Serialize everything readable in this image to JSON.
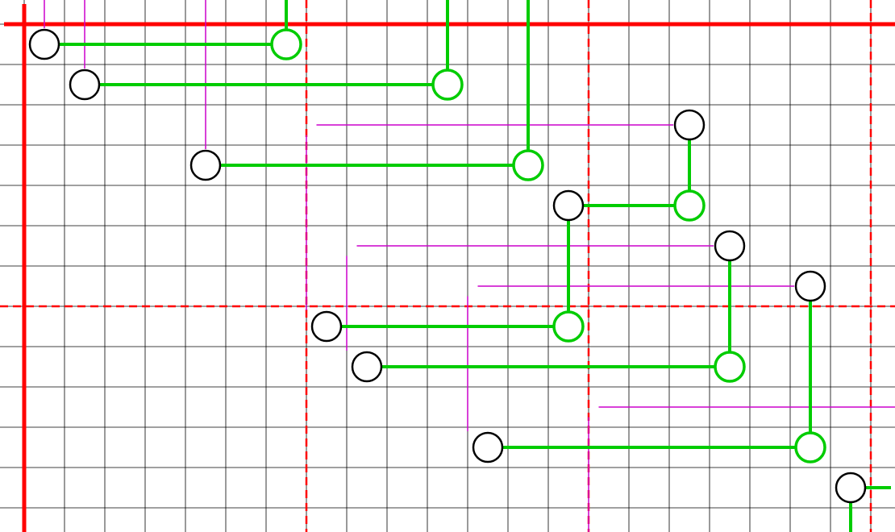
{
  "colors": {
    "background": "#ffffff",
    "grid": "#000000",
    "axis": "#ff0000",
    "partition": "#ff0000",
    "green_path": "#00cc00",
    "magenta_line": "#cc00cc",
    "node_outline": "#000000"
  },
  "grid": {
    "columns": 22,
    "rows": 13,
    "partition_columns": [
      7,
      14,
      21
    ],
    "partition_rows": [
      7
    ]
  },
  "black_nodes": [
    {
      "col": 0.5,
      "row": 0.5
    },
    {
      "col": 1.5,
      "row": 1.5
    },
    {
      "col": 4.5,
      "row": 3.5
    },
    {
      "col": 16.5,
      "row": 2.5
    },
    {
      "col": 13.5,
      "row": 4.5
    },
    {
      "col": 17.5,
      "row": 5.5
    },
    {
      "col": 19.5,
      "row": 6.5
    },
    {
      "col": 7.5,
      "row": 7.5
    },
    {
      "col": 8.5,
      "row": 8.5
    },
    {
      "col": 11.5,
      "row": 10.5
    },
    {
      "col": 20.5,
      "row": 11.5
    }
  ],
  "green_nodes": [
    {
      "col": 6.5,
      "row": 0.5
    },
    {
      "col": 10.5,
      "row": 1.5
    },
    {
      "col": 12.5,
      "row": 3.5
    },
    {
      "col": 16.5,
      "row": 4.5
    },
    {
      "col": 13.5,
      "row": 7.5
    },
    {
      "col": 17.5,
      "row": 8.5
    },
    {
      "col": 19.5,
      "row": 10.5
    }
  ],
  "green_paths": [
    [
      [
        0.5,
        0.5
      ],
      [
        6.5,
        0.5
      ],
      [
        6.5,
        -0.6
      ]
    ],
    [
      [
        1.5,
        1.5
      ],
      [
        10.5,
        1.5
      ],
      [
        10.5,
        -0.6
      ]
    ],
    [
      [
        4.5,
        3.5
      ],
      [
        12.5,
        3.5
      ],
      [
        12.5,
        -0.6
      ]
    ],
    [
      [
        16.5,
        2.5
      ],
      [
        16.5,
        4.5
      ],
      [
        13.5,
        4.5
      ]
    ],
    [
      [
        13.5,
        4.5
      ],
      [
        13.5,
        7.5
      ],
      [
        7.5,
        7.5
      ]
    ],
    [
      [
        17.5,
        5.5
      ],
      [
        17.5,
        8.5
      ],
      [
        8.5,
        8.5
      ]
    ],
    [
      [
        19.5,
        6.5
      ],
      [
        19.5,
        10.5
      ],
      [
        11.5,
        10.5
      ]
    ],
    [
      [
        20.5,
        11.5
      ],
      [
        21.5,
        11.5
      ]
    ],
    [
      [
        20.5,
        11.5
      ],
      [
        20.5,
        12.6
      ]
    ]
  ],
  "magenta_lines": [
    [
      [
        0.5,
        -0.6
      ],
      [
        0.5,
        0.1
      ]
    ],
    [
      [
        1.5,
        -0.6
      ],
      [
        1.5,
        1.1
      ]
    ],
    [
      [
        4.5,
        -0.6
      ],
      [
        4.5,
        3.1
      ]
    ],
    [
      [
        7.25,
        2.5
      ],
      [
        16.1,
        2.5
      ]
    ],
    [
      [
        7.0,
        2.75
      ],
      [
        7.0,
        7.1
      ]
    ],
    [
      [
        8.25,
        5.5
      ],
      [
        17.1,
        5.5
      ]
    ],
    [
      [
        8.0,
        5.75
      ],
      [
        8.0,
        8.1
      ]
    ],
    [
      [
        11.25,
        6.5
      ],
      [
        19.1,
        6.5
      ]
    ],
    [
      [
        11.0,
        6.75
      ],
      [
        11.0,
        10.1
      ]
    ],
    [
      [
        14.25,
        9.5
      ],
      [
        21.6,
        9.5
      ]
    ],
    [
      [
        14.0,
        9.75
      ],
      [
        14.0,
        12.6
      ]
    ]
  ]
}
